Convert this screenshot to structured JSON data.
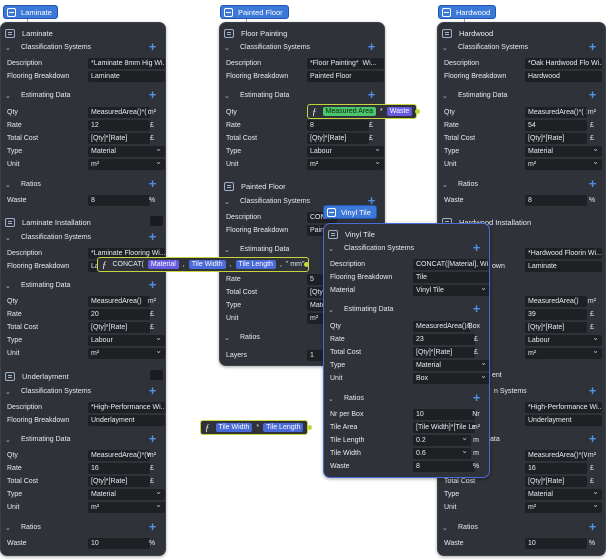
{
  "tags": {
    "laminate": "Laminate",
    "painted": "Painted Floor",
    "hardwood": "Hardwood",
    "vinyl": "Vinyl Tile"
  },
  "col1": {
    "title": "Laminate",
    "cls": "Classification Systems",
    "desc_lbl": "Description",
    "desc_val": "*Laminate 8mm Hig Wi...",
    "fb_lbl": "Flooring Breakdown",
    "fb_val": "Laminate",
    "est": "Estimating Data",
    "qty_lbl": "Qty",
    "qty_val": "MeasuredArea()*( 1",
    "qty_u": "m²",
    "rate_lbl": "Rate",
    "rate_val": "12",
    "rate_u": "£",
    "tc_lbl": "Total Cost",
    "tc_val": "[Qty]*[Rate]",
    "tc_u": "£",
    "type_lbl": "Type",
    "type_val": "Material",
    "unit_lbl": "Unit",
    "unit_val": "m²",
    "ratios": "Ratios",
    "waste_lbl": "Waste",
    "waste_val": "8",
    "waste_u": "%",
    "inst_title": "Laminate Installation",
    "inst_cls": "Classification Systems",
    "inst_desc_val": "*Laminate Flooring Wi...",
    "inst_fb_val": "Lam",
    "inst_est": "Estimating Data",
    "inst_qty_val": "MeasuredArea()",
    "inst_qty_u": "m²",
    "inst_rate_val": "20",
    "inst_rate_u": "£",
    "inst_tc_val": "[Qty]*[Rate]",
    "inst_tc_u": "£",
    "inst_type_val": "Labour",
    "inst_unit_val": "m²",
    "und_title": "Underlayment",
    "und_cls": "Classification Systems",
    "und_desc_val": "*High-Performance Wi...",
    "und_fb_val": "Underlayment",
    "und_est": "Estimating Data",
    "und_qty_val": "MeasuredArea()*(W",
    "und_qty_u": "m²",
    "und_rate_val": "16",
    "und_rate_u": "£",
    "und_tc_val": "[Qty]*[Rate]",
    "und_tc_u": "£",
    "und_type_val": "Material",
    "und_unit_val": "m²",
    "und_ratios": "Ratios",
    "und_waste_val": "10",
    "und_waste_u": "%"
  },
  "col2": {
    "title": "Floor Painting",
    "cls": "Classification Systems",
    "desc_val": "*Floor Painting*",
    "desc_tail": "Wi...",
    "fb_val": "Painted Floor",
    "est": "Estimating Data",
    "qty_lbl": "Qty",
    "rate_val": "8",
    "rate_u": "£",
    "tc_val": "[Qty]*[Rate]",
    "tc_u": "£",
    "type_val": "Labour",
    "unit_val": "m²",
    "pf_title": "Painted Floor",
    "pf_cls": "Classification Systems",
    "pf_desc_val": "CONC",
    "pf_fb_val": "Painte",
    "pf_est": "Estimating Data",
    "pf_rate_val": "5",
    "pf_tc_val": "[Qty]",
    "pf_type_val": "Mater",
    "pf_unit_val": "m²",
    "pf_ratios": "Ratios",
    "layers_lbl": "Layers",
    "layers_val": "1"
  },
  "col3": {
    "title": "Hardwood",
    "cls": "Classification Systems",
    "desc_val": "*Oak Hardwood Flo Wi...",
    "fb_val": "Hardwood",
    "est": "Estimating Data",
    "qty_val": "MeasuredArea()*( 1",
    "qty_u": "m²",
    "rate_val": "54",
    "rate_u": "£",
    "tc_val": "[Qty]*[Rate]",
    "tc_u": "£",
    "type_val": "Material",
    "unit_val": "m²",
    "ratios": "Ratios",
    "waste_val": "8",
    "waste_u": "%",
    "inst_title": "Hardwood Installation",
    "inst_desc_val": "*Hardwood Floorin Wi...",
    "inst_fb_tail": "own",
    "inst_fb_val": "Laminate",
    "inst_qty_val": "MeasuredArea()",
    "inst_qty_u": "m²",
    "inst_rate_val": "39",
    "inst_rate_u": "£",
    "inst_tc_val": "[Qty]*[Rate]",
    "inst_tc_u": "£",
    "inst_type_val": "Labour",
    "inst_unit_val": "m²",
    "und_tail": "ent",
    "und_cls_tail": "n Systems",
    "und_desc_val": "*High-Performance Wi...",
    "und_fb_val": "Underlayment",
    "und_est_tail": "ata",
    "und_qty_val": "MeasuredArea()*(W",
    "und_qty_u": "m²",
    "und_rate_val": "16",
    "und_rate_u": "£",
    "und_tc_val": "[Qty]*[Rate]",
    "und_tc_u": "£",
    "und_type_val": "Material",
    "und_unit_val": "m²",
    "und_ratios": "Ratios",
    "und_waste_val": "10",
    "und_waste_u": "%"
  },
  "vinyl": {
    "title": "Vinyl Tile",
    "cls": "Classification Systems",
    "desc_lbl": "Description",
    "desc_val": "CONCAT([Material], Wi...",
    "fb_lbl": "Flooring Breakdown",
    "fb_val": "Tile",
    "mat_lbl": "Material",
    "mat_val": "Vinyl Tile",
    "est": "Estimating Data",
    "qty_val": "MeasuredArea()/([",
    "qty_u": "Box",
    "rate_val": "23",
    "rate_u": "£",
    "tc_val": "[Qty]*[Rate]",
    "tc_u": "£",
    "type_val": "Material",
    "unit_val": "Box",
    "ratios": "Ratios",
    "nrbox_lbl": "Nr per Box",
    "nrbox_val": "10",
    "nrbox_u": "Nr",
    "area_lbl": "Tile Area",
    "area_val": "[Tile Width]*[Tile Le",
    "area_u": "m²",
    "len_lbl": "Tile Length",
    "len_val": "0.2",
    "len_u": "m",
    "wid_lbl": "Tile Width",
    "wid_val": "0.6",
    "wid_u": "m",
    "waste_lbl": "Waste",
    "waste_val": "8",
    "waste_u": "%"
  },
  "formula1": {
    "a": "Measured Area",
    "op": "*",
    "b": "Waste"
  },
  "formula2": {
    "fn": "CONCAT(",
    "a": "Material",
    ",": ",",
    "b": "Tile Width",
    ",2": ",",
    "c": "Tile Length",
    ",3": ",",
    "d": "\" mm\""
  },
  "formula3": {
    "a": "Tile Width",
    "op": "*",
    "b": "Tile Length"
  },
  "labels": {
    "desc": "Description",
    "fb": "Flooring Breakdown",
    "qty": "Qty",
    "rate": "Rate",
    "tc": "Total Cost",
    "type": "Type",
    "unit": "Unit",
    "waste": "Waste",
    "mat": "Material"
  }
}
